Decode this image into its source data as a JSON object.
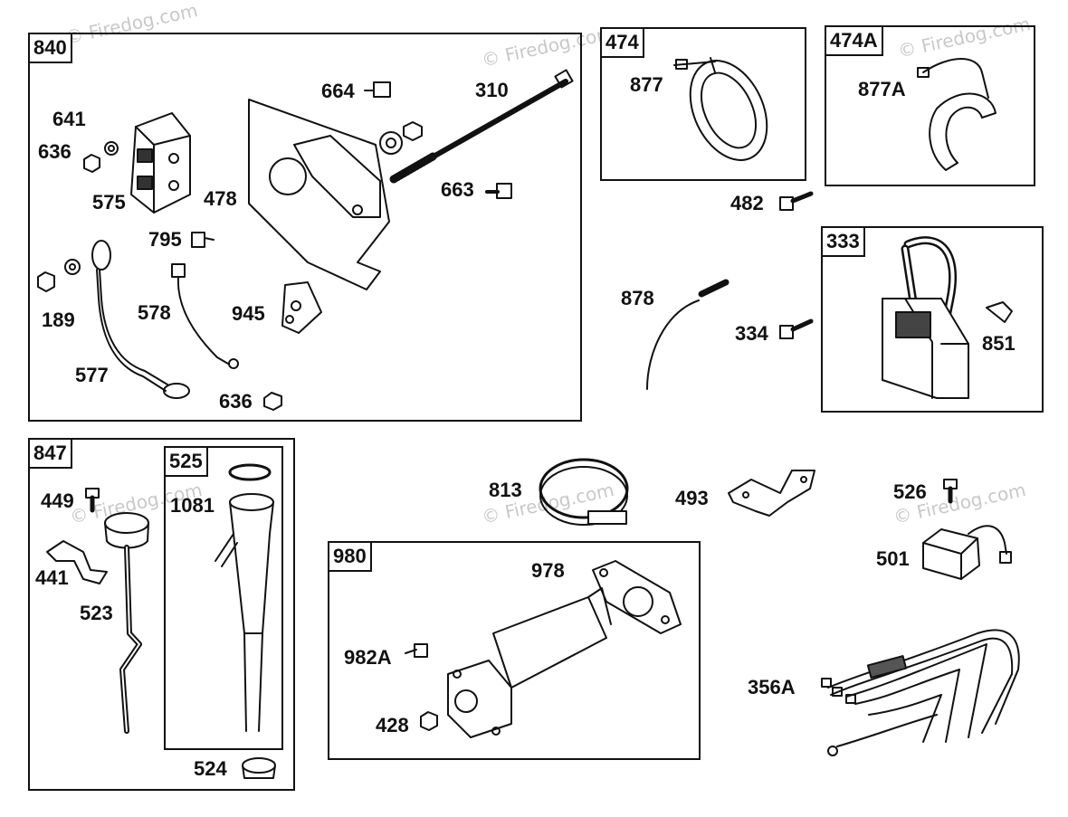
{
  "watermarks": [
    "© Firedog.com",
    "© Firedog.com",
    "© Firedog.com",
    "© Firedog.com",
    "© Firedog.com",
    "© Firedog.com"
  ],
  "groups": {
    "g840": "840",
    "g474": "474",
    "g474a": "474A",
    "g333": "333",
    "g847": "847",
    "g525": "525",
    "g980": "980"
  },
  "parts": {
    "p641": "641",
    "p636a": "636",
    "p575": "575",
    "p478": "478",
    "p664": "664",
    "p310": "310",
    "p663": "663",
    "p795": "795",
    "p189": "189",
    "p578": "578",
    "p945": "945",
    "p577": "577",
    "p636b": "636",
    "p877": "877",
    "p877a": "877A",
    "p482": "482",
    "p878": "878",
    "p334": "334",
    "p851": "851",
    "p449": "449",
    "p1081": "1081",
    "p441": "441",
    "p523": "523",
    "p524": "524",
    "p813": "813",
    "p493": "493",
    "p526": "526",
    "p501": "501",
    "p978": "978",
    "p982a": "982A",
    "p428": "428",
    "p356a": "356A"
  }
}
